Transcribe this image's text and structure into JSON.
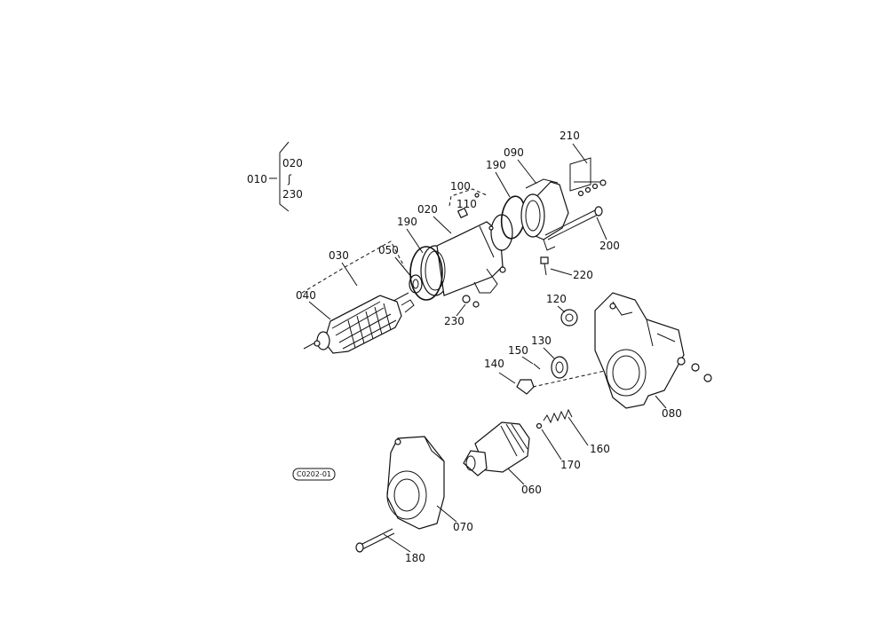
{
  "labels": {
    "p010": "010",
    "p020_range": "020",
    "p230_range": "230",
    "p020": "020",
    "p030": "030",
    "p040": "040",
    "p050": "050",
    "p060": "060",
    "p070": "070",
    "p080": "080",
    "p090": "090",
    "p100": "100",
    "p110": "110",
    "p120": "120",
    "p130": "130",
    "p140": "140",
    "p150": "150",
    "p160": "160",
    "p170": "170",
    "p180": "180",
    "p190a": "190",
    "p190b": "190",
    "p200": "200",
    "p210": "210",
    "p220": "220",
    "p230": "230"
  },
  "stamp": "C0202-01"
}
